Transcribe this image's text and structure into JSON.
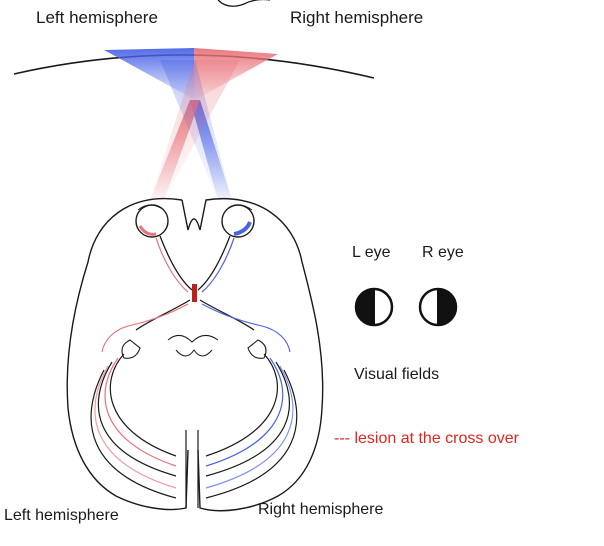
{
  "labels": {
    "top_left": "Left hemisphere",
    "top_right": "Right hemisphere",
    "bottom_left": "Left hemisphere",
    "bottom_right": "Right hemisphere",
    "left_eye": "L eye",
    "right_eye": "R eye",
    "visual_fields": "Visual fields",
    "lesion_marker": "---",
    "lesion_text": "lesion at the cross over"
  },
  "visual_field_symbols": [
    {
      "eye": "left",
      "filled_half": "left"
    },
    {
      "eye": "right",
      "filled_half": "right"
    }
  ],
  "colors": {
    "left_pathway": "#4a63e6",
    "right_pathway": "#e8727a",
    "lesion": "#c0201b",
    "outline": "#1a1a1a"
  }
}
